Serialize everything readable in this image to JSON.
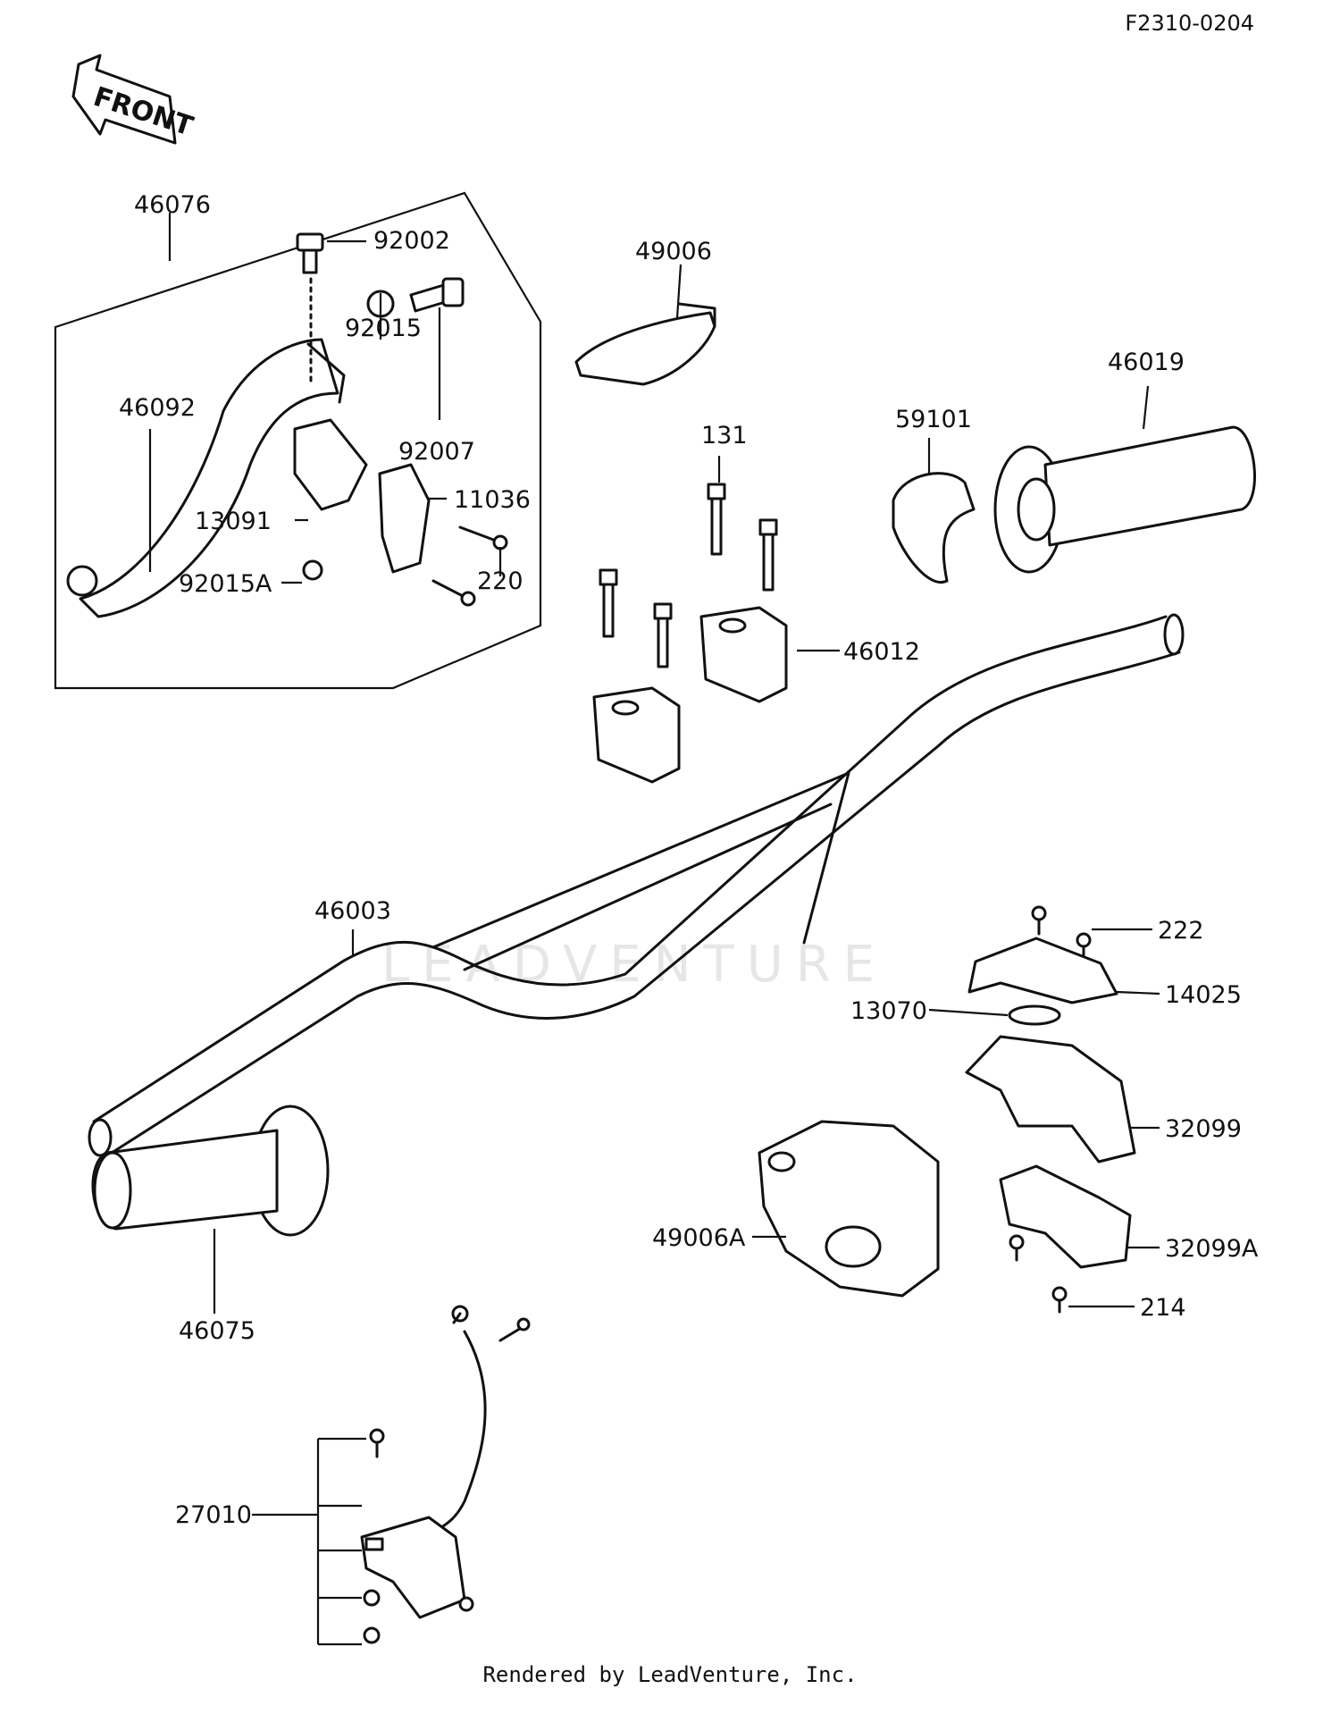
{
  "diagram_code": "F2310-0204",
  "front_marker": "FRONT",
  "watermark": "LEADVENTURE",
  "footer": "Rendered by LeadVenture, Inc.",
  "part_labels": {
    "p46076": "46076",
    "p92002": "92002",
    "p92015": "92015",
    "p92007": "92007",
    "p46092": "46092",
    "p13091": "13091",
    "p11036": "11036",
    "p92015A": "92015A",
    "p220": "220",
    "p49006": "49006",
    "p131": "131",
    "p46012": "46012",
    "p59101": "59101",
    "p46019": "46019",
    "p46003": "46003",
    "p222": "222",
    "p14025": "14025",
    "p13070": "13070",
    "p32099": "32099",
    "p49006A": "49006A",
    "p32099A": "32099A",
    "p214": "214",
    "p46075": "46075",
    "p27010": "27010"
  }
}
